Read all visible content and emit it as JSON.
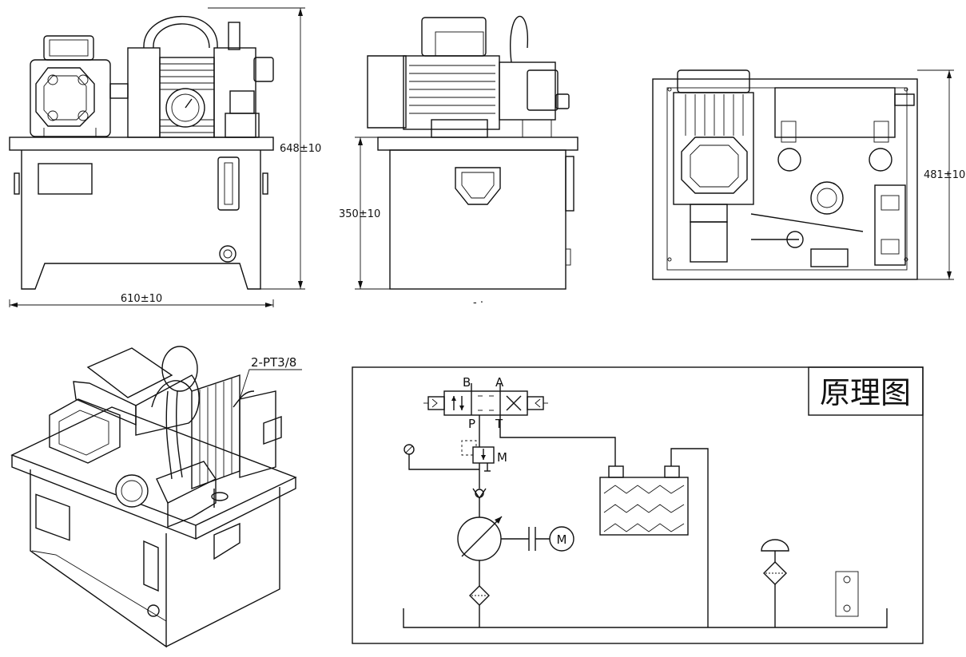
{
  "dimensions": {
    "front_width": "610±10",
    "front_height": "648±10",
    "side_height": "350±10",
    "top_depth": "481±10"
  },
  "callouts": {
    "port": "2-PT3/8"
  },
  "schematic": {
    "title": "原理图",
    "port_b": "B",
    "port_a": "A",
    "port_p": "P",
    "port_t": "T",
    "relief_label": "M",
    "motor_label": "M"
  }
}
